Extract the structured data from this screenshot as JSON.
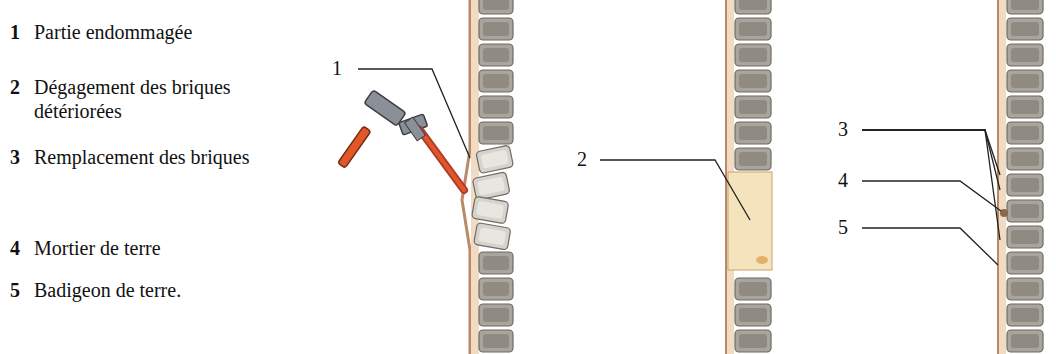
{
  "diagram": {
    "labels": [
      "1",
      "Partie endommagée",
      "2",
      "Dégagement des briques détériorées",
      "3",
      "Remplacement des briques",
      "4",
      "Mortier de terre",
      "5",
      "Badigeon de terre.",
      "1",
      "2",
      "3",
      "4",
      "5"
    ]
  }
}
